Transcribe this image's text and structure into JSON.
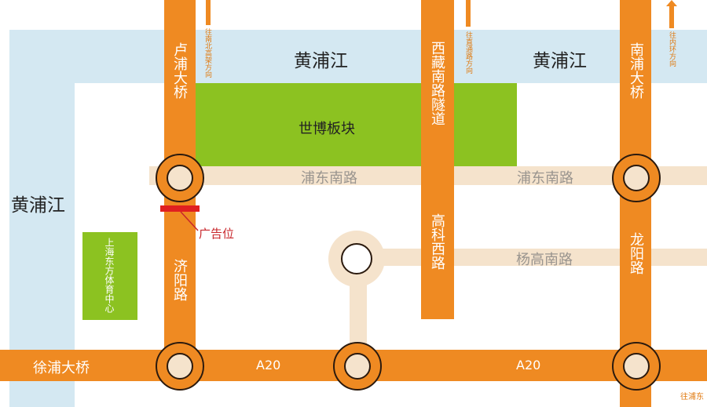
{
  "rivers": {
    "top_left": "黄浦江",
    "top_right": "黄浦江",
    "left": "黄浦江"
  },
  "roads": {
    "lupu_bridge": "卢浦大桥",
    "xizang_tunnel": "西藏南路隧道",
    "nanpu_bridge": "南浦大桥",
    "pudong_south_1": "浦东南路",
    "pudong_south_2": "浦东南路",
    "yanggao_south": "杨高南路",
    "jiyang": "济阳路",
    "gaoke_west": "高科西路",
    "longyang": "龙阳路",
    "xupu_bridge": "徐浦大桥",
    "a20_left": "A20",
    "a20_right": "A20"
  },
  "directions": {
    "d1": "往南北高架方向",
    "d2": "往直通路方向",
    "d3": "往内环方向",
    "corner": "往浦东"
  },
  "blocks": {
    "expo": "世博板块",
    "oriental_sports": "上海东方体育中心"
  },
  "annotations": {
    "ad_position": "广告位"
  },
  "colors": {
    "river": "#d4e8f2",
    "major_road": "#ef8a22",
    "minor_road": "#f5e3cc",
    "green_block": "#8cc221",
    "ad_marker": "#e02020"
  }
}
